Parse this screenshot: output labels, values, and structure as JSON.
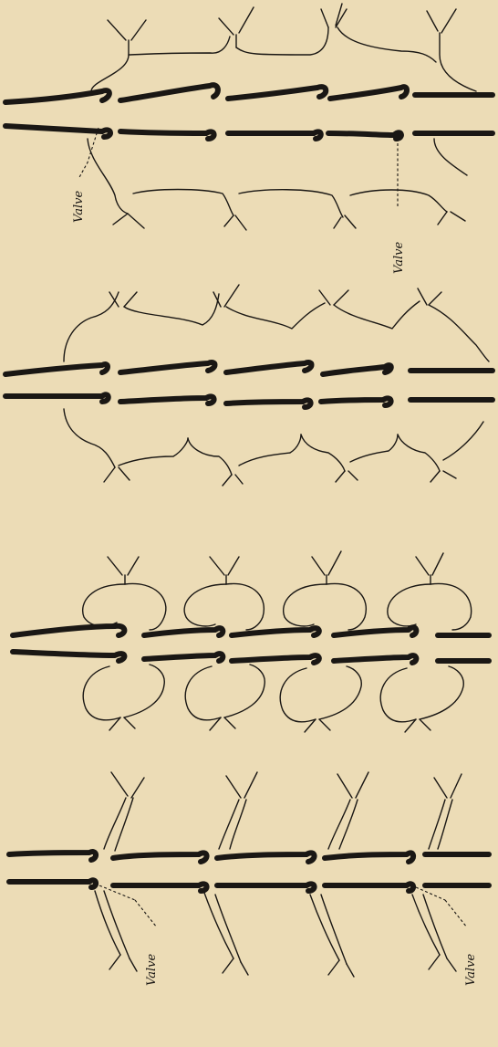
{
  "colors": {
    "paper": "#ecdcb6",
    "ink": "#1a1714"
  },
  "figure": {
    "label_valve_1": "Valve",
    "label_valve_2": "Valve",
    "label_valve_3": "Valve",
    "label_valve_4": "Valve"
  }
}
